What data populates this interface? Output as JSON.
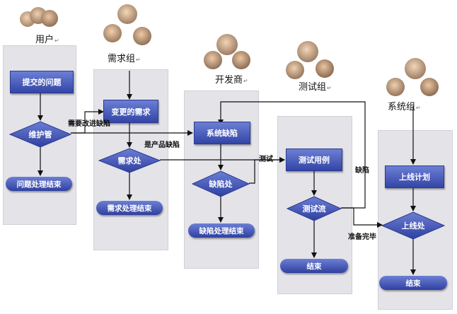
{
  "lanes": [
    {
      "title": "用户",
      "mark": "↵"
    },
    {
      "title": "需求组",
      "mark": "↵"
    },
    {
      "title": "开发商",
      "mark": "↵"
    },
    {
      "title": "测试组",
      "mark": "↵"
    },
    {
      "title": "系统组",
      "mark": "↵"
    }
  ],
  "nodes": {
    "submit_issue": "提交的问题",
    "maintenance": "维护管",
    "issue_closed": "问题处理结束",
    "change_request": "变更的需求",
    "req_processing": "需求处",
    "req_closed": "需求处理结束",
    "system_defect": "系统缺陷",
    "defect_processing": "缺陷处",
    "defect_closed": "缺陷处理结束",
    "test_case": "测试用例",
    "test_flow": "测试流",
    "test_end": "结束",
    "release_plan": "上线计划",
    "release_processing": "上线处",
    "release_end": "结束"
  },
  "edge_labels": {
    "needs_improvement": "需要改进缺陷",
    "is_product_defect": "是产品缺陷",
    "test": "测试",
    "defect": "缺陷",
    "ready": "准备完毕"
  },
  "colors": {
    "node_fill_top": "#6c7fd4",
    "node_fill_bottom": "#3345a6",
    "lane_fill": "#e3e3e8",
    "arrow": "#111111"
  }
}
